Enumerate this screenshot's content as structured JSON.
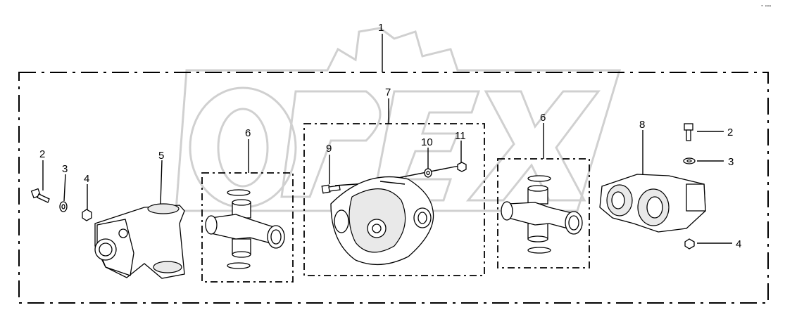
{
  "diagram": {
    "corner_mark": "⚬ ∞∞",
    "callouts": {
      "assembly": "1",
      "bolt_left": "2",
      "washer_left": "3",
      "nut_left": "4",
      "yoke_left": "5",
      "cross_left": "6",
      "coupling": "7",
      "cross_right": "6",
      "yoke_right": "8",
      "bolt_coupling": "9",
      "washer_coupling": "10",
      "nut_coupling": "11",
      "bolt_right": "2",
      "washer_right": "3",
      "nut_right": "4"
    }
  }
}
